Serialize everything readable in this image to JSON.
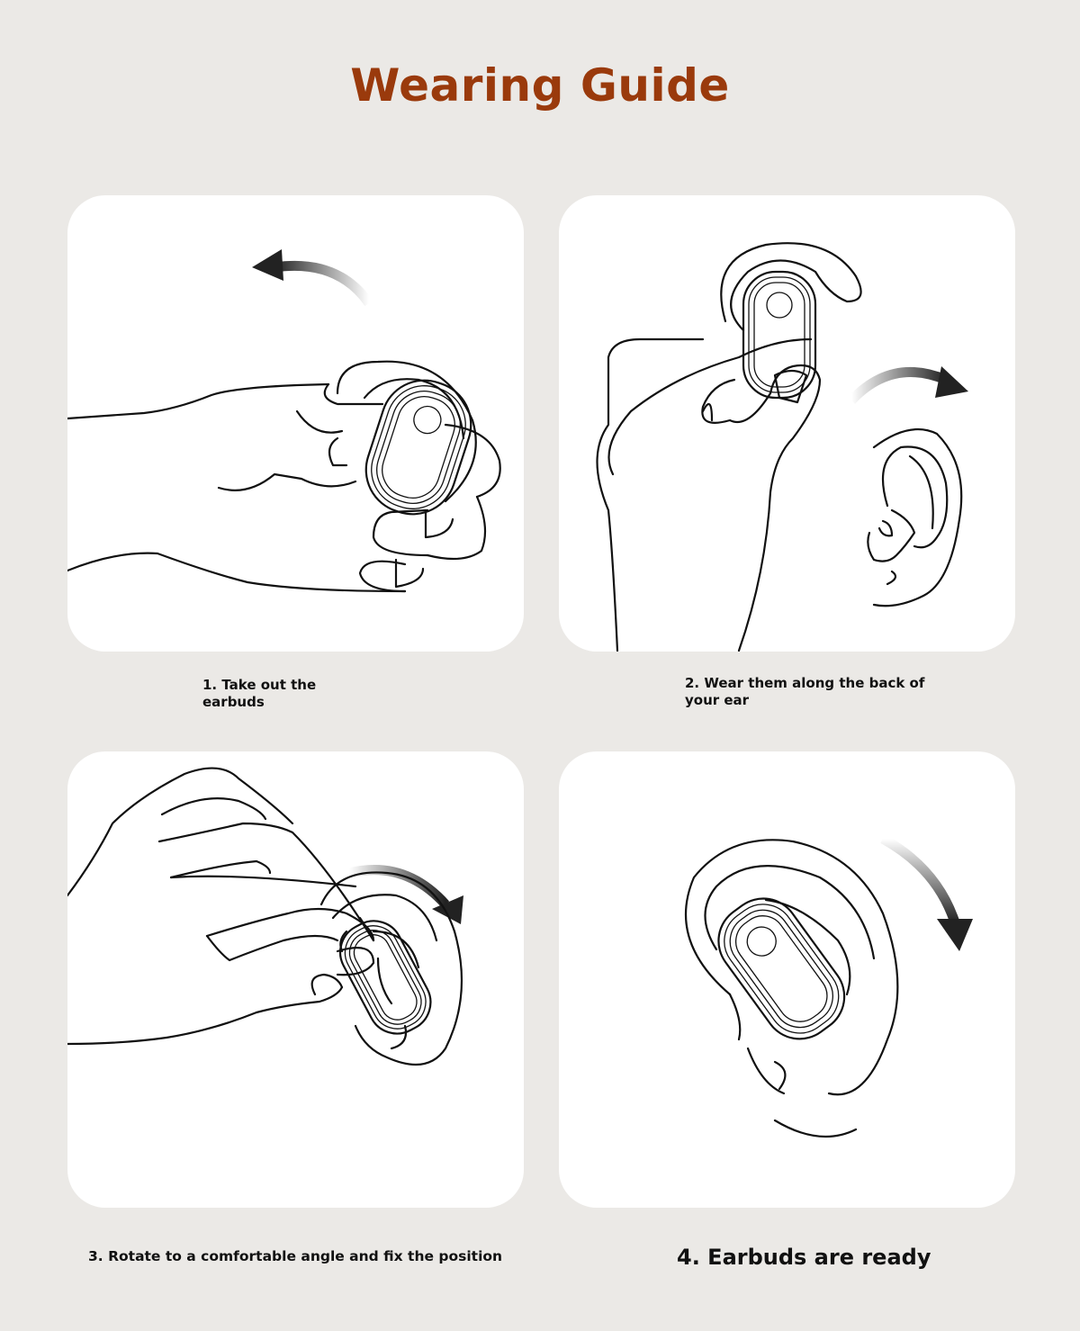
{
  "page": {
    "title": "Wearing Guide",
    "title_color": "#9a3a0c",
    "background_color": "#ebe9e6",
    "card_color": "#ffffff"
  },
  "steps": [
    {
      "number": 1,
      "caption": "1. Take out the earbuds",
      "illustration": "hand-holding-earbud-rotate-left",
      "arrow_direction": "counterclockwise-left"
    },
    {
      "number": 2,
      "caption": "2. Wear them along the back of your ear",
      "illustration": "hand-holding-earbud-next-to-ear",
      "arrow_direction": "clockwise-right"
    },
    {
      "number": 3,
      "caption": "3. Rotate to a comfortable angle and fix the position",
      "illustration": "finger-pressing-earbud-in-ear",
      "arrow_direction": "clockwise-down-right"
    },
    {
      "number": 4,
      "caption": "4. Earbuds are ready",
      "illustration": "earbud-worn-on-ear",
      "arrow_direction": "clockwise-down"
    }
  ]
}
